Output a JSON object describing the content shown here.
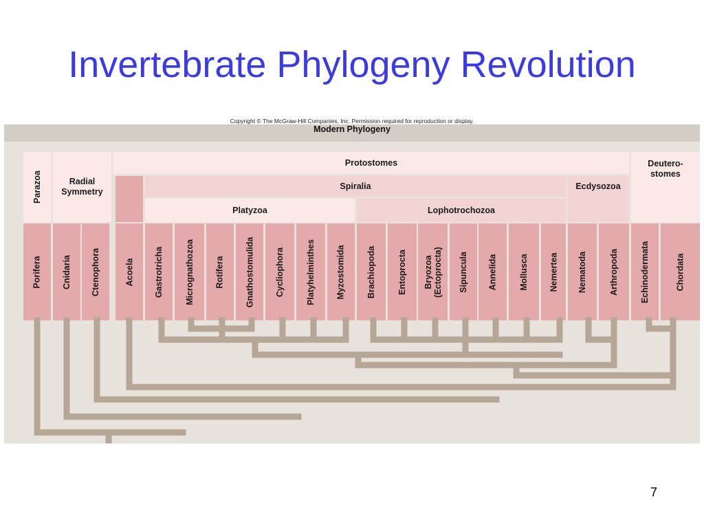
{
  "slide": {
    "title": "Invertebrate Phylogeny Revolution",
    "page_number": "7"
  },
  "figure": {
    "copyright": "Copyright © The McGraw-Hill Companies, Inc. Permission required for reproduction or display.",
    "title": "Modern Phylogeny",
    "groups": {
      "parazoa": "Parazoa",
      "radial_symmetry": "Radial Symmetry",
      "protostomes": "Protostomes",
      "spiralia": "Spiralia",
      "ecdysozoa": "Ecdysozoa",
      "platyzoa": "Platyzoa",
      "lophotrochozoa": "Lophotrochozoa",
      "deuterostomes": "Deutero-stomes"
    },
    "taxa": [
      "Porifera",
      "Cnidaria",
      "Ctenophora",
      "Acoela",
      "Gastrotricha",
      "Micrognathozoa",
      "Rotifera",
      "Gnathostomulida",
      "Cycliophora",
      "Platyhelminthes",
      "Myzostomida",
      "Brachiopoda",
      "Entoprocta",
      "Bryozoa (Ectoprocta)",
      "Sipuncula",
      "Annelida",
      "Mollusca",
      "Nemertea",
      "Nematoda",
      "Arthropoda",
      "Echinodermata",
      "Chordata"
    ],
    "colors": {
      "title": "#3a3ae8",
      "tree_branch": "#b5a696",
      "figure_background": "#e7e2dc",
      "taxon_box": "#e3a9ab",
      "group_pale": "#fbe9e8",
      "group_mid": "#f1d3d2"
    }
  }
}
